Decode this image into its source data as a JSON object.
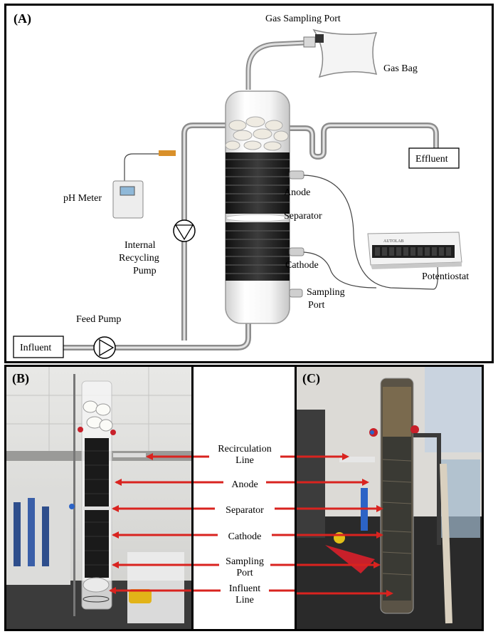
{
  "panel_a": {
    "tag": "(A)",
    "labels": {
      "gas_sampling_port": "Gas Sampling Port",
      "gas_bag": "Gas Bag",
      "effluent": "Effluent",
      "ph_meter": "pH Meter",
      "anode": "Anode",
      "separator": "Separator",
      "internal_recycling_pump_1": "Internal",
      "internal_recycling_pump_2": "Recycling",
      "internal_recycling_pump_3": "Pump",
      "cathode": "Cathode",
      "potentiostat": "Potentiostat",
      "sampling_port_1": "Sampling",
      "sampling_port_2": "Port",
      "feed_pump": "Feed Pump",
      "influent": "Influent",
      "autolab": "AUTOLAB"
    }
  },
  "panel_b": {
    "tag": "(B)"
  },
  "panel_c": {
    "tag": "(C)"
  },
  "photo_labels": [
    {
      "line1": "Recirculation",
      "line2": "Line"
    },
    {
      "line1": "Anode",
      "line2": ""
    },
    {
      "line1": "Separator",
      "line2": ""
    },
    {
      "line1": "Cathode",
      "line2": ""
    },
    {
      "line1": "Sampling",
      "line2": "Port"
    },
    {
      "line1": "Influent",
      "line2": "Line"
    }
  ],
  "colors": {
    "arrow": "#d9231f",
    "electrode": "#2b2b2b",
    "tube": "#b5b5b5"
  }
}
